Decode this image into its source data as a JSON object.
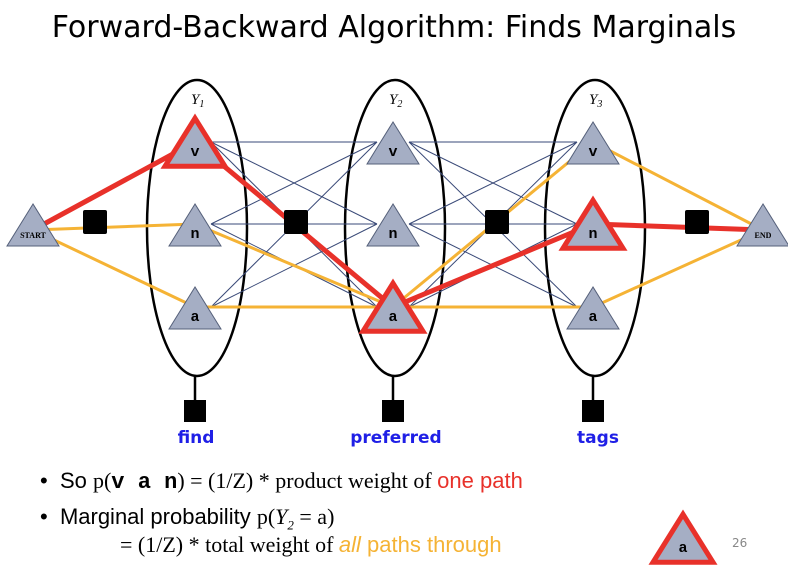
{
  "title": "Forward-Backward Algorithm: Finds Marginals",
  "variables": [
    "Y1",
    "Y2",
    "Y3"
  ],
  "variable_labels": [
    {
      "base": "Y",
      "sub": "1"
    },
    {
      "base": "Y",
      "sub": "2"
    },
    {
      "base": "Y",
      "sub": "3"
    }
  ],
  "tags": [
    "v",
    "n",
    "a"
  ],
  "start_label": "START",
  "end_label": "END",
  "words": [
    "find",
    "preferred",
    "tags"
  ],
  "highlighted_path": [
    "v",
    "a",
    "n"
  ],
  "marginal_node": {
    "position": 2,
    "tag": "a"
  },
  "bullets": {
    "b1_prefix": "So ",
    "b1_p": "p(",
    "b1_seq": "v a n",
    "b1_close": ")",
    "b1_mid": " = (1/Z) * product weight of ",
    "b1_hl": "one path",
    "b2_prefix": "Marginal probability ",
    "b2_p": "p(",
    "b2_var": "Y",
    "b2_sub": "2",
    "b2_eq": " = a)",
    "b3_mid": "= (1/Z) * total weight of ",
    "b3_all": "all",
    "b3_rest": " paths through",
    "b3_node": "a"
  },
  "page_number": "26",
  "colors": {
    "red": "#e8312a",
    "yellow": "#f5b335",
    "node": "#a5aec4",
    "edge": "#3a4a78",
    "word": "#1f1fe6"
  }
}
